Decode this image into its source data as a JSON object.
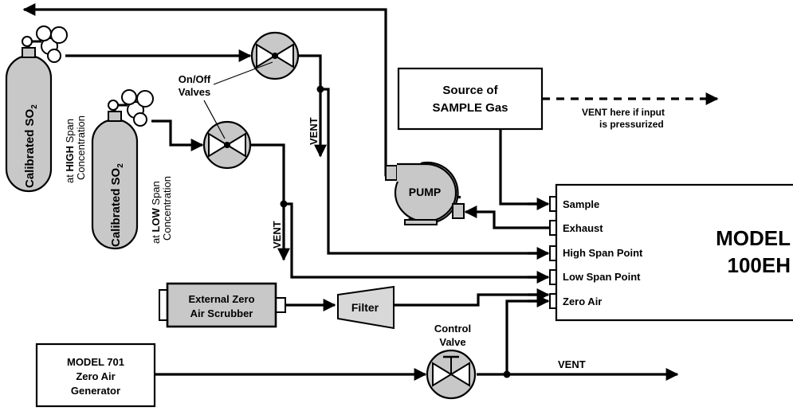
{
  "cylinders": {
    "high": {
      "name": "Calibrated SO",
      "sub": "2",
      "line1_pre": "at ",
      "line1_bold": "HIGH",
      "line1_post": " Span",
      "line2": "Concentration"
    },
    "low": {
      "name": "Calibrated SO",
      "sub": "2",
      "line1_pre": "at ",
      "line1_bold": "LOW",
      "line1_post": " Span",
      "line2": "Concentration"
    }
  },
  "valves_label": {
    "line1": "On/Off",
    "line2": "Valves"
  },
  "vents": {
    "high": "VENT",
    "low": "VENT",
    "bottom": "VENT"
  },
  "source": {
    "line1": "Source of",
    "line2": "SAMPLE Gas"
  },
  "vent_note": {
    "line1": "VENT here if input",
    "line2": "is pressurized"
  },
  "pump": "PUMP",
  "analyzer": {
    "title1": "MODEL",
    "title2": "100EH",
    "ports": [
      "Sample",
      "Exhaust",
      "High Span Point",
      "Low Span Point",
      "Zero Air"
    ]
  },
  "scrubber": {
    "line1": "External Zero",
    "line2": "Air Scrubber"
  },
  "filter": "Filter",
  "control_valve": {
    "line1": "Control",
    "line2": "Valve"
  },
  "generator": {
    "line1": "MODEL 701",
    "line2": "Zero Air",
    "line3": "Generator"
  },
  "colors": {
    "component_fill": "#c8c8c8",
    "stroke": "#000000",
    "background": "#ffffff"
  }
}
